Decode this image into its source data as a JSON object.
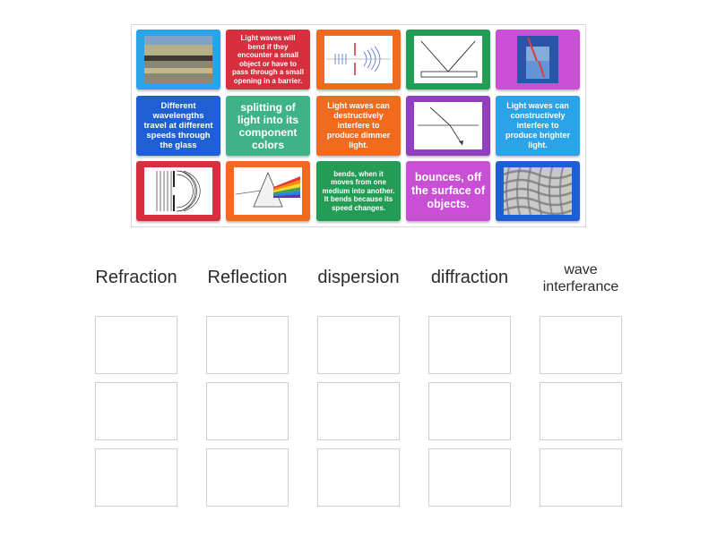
{
  "tiles": {
    "t2": "Light waves will bend if they encounter a small object or have to pass through a small opening in a barrier.",
    "t6": "Different wavelengths travel at different speeds through the glass",
    "t7": "splitting of light into its component colors",
    "t8": "Light waves can destructively interfere to produce dimmer light.",
    "t10": "Light waves can constructively interfere to produce brighter light.",
    "t13": "bends, when it moves from one medium into another. It bends because its speed changes.",
    "t14": "bounces, off the surface of objects."
  },
  "columns": [
    "Refraction",
    "Reflection",
    "dispersion",
    "diffraction",
    "wave interferance"
  ],
  "colors": {
    "blue": "#1e5fd6",
    "sky": "#2aa3e8",
    "red": "#d62f3e",
    "green": "#239c55",
    "orange": "#f06b1e",
    "purple": "#8f3fc0",
    "magenta": "#c94fd4",
    "teal": "#3db387"
  }
}
